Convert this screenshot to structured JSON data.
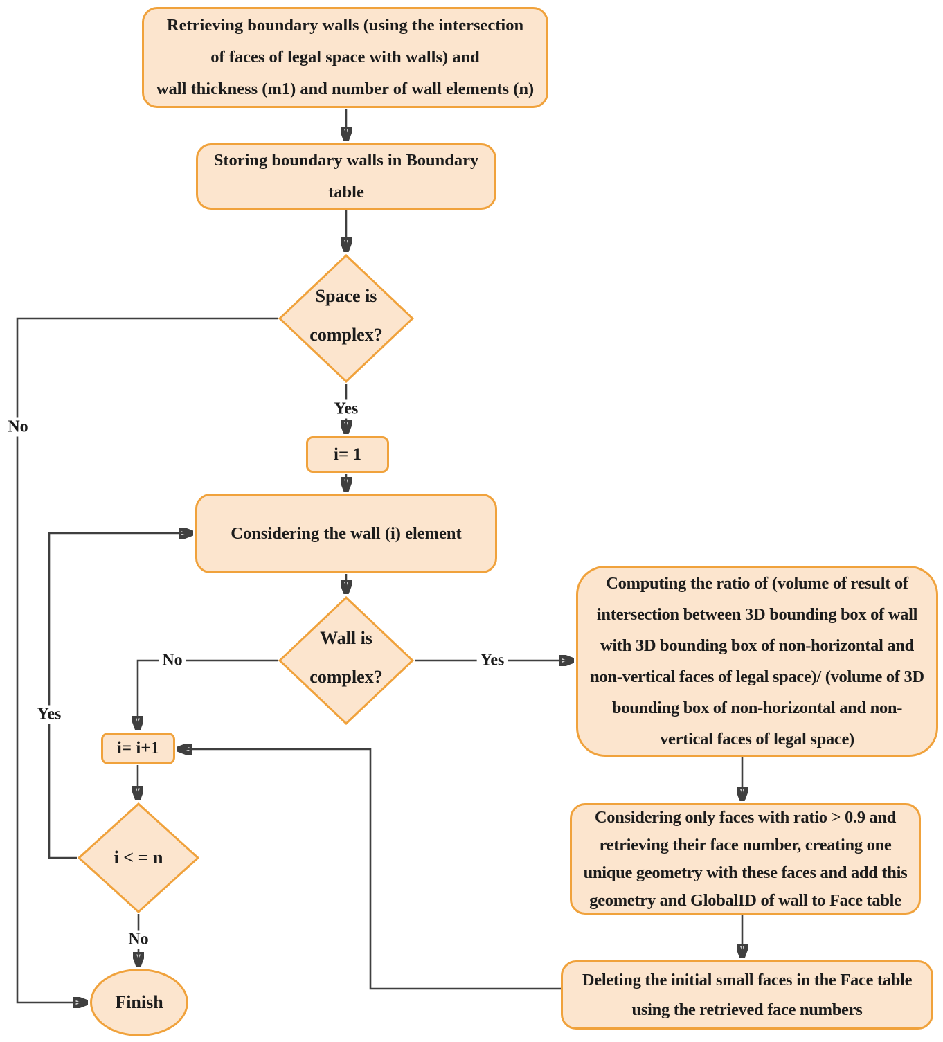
{
  "palette": {
    "node_fill": "#FCE5CE",
    "node_border": "#F0A23C",
    "connector": "#3F3F3F",
    "text": "#1C1C1C",
    "label_background": "#FFFFFF"
  },
  "nodes": {
    "start": {
      "lines": [
        "Retrieving boundary walls (using the intersection",
        "of faces of legal space with walls) and",
        "wall thickness (m1) and number of wall elements (n)"
      ]
    },
    "store": {
      "lines": [
        "Storing boundary walls in Boundary",
        "table"
      ]
    },
    "space_complex": {
      "line1": "Space is",
      "line2": "complex?"
    },
    "init": {
      "label": "i= 1"
    },
    "consider_wall": {
      "label": "Considering the wall (i) element"
    },
    "wall_complex": {
      "line1": "Wall is",
      "line2": "complex?"
    },
    "increment": {
      "label": "i= i+1"
    },
    "loop_check": {
      "label": "i < = n"
    },
    "finish": {
      "label": "Finish"
    },
    "compute_ratio": {
      "lines": [
        "Computing the ratio of (volume of result of",
        "intersection between 3D bounding box of wall",
        "with 3D bounding box of non-horizontal and",
        "non-vertical faces of legal space)/ (volume of 3D",
        "bounding box of non-horizontal and non-",
        "vertical faces of legal space)"
      ]
    },
    "filter_faces": {
      "lines": [
        "Considering only faces with ratio > 0.9 and",
        "retrieving their face number, creating one",
        "unique geometry with these faces and add this",
        "geometry and GlobalID of wall to Face table"
      ]
    },
    "delete_faces": {
      "lines": [
        "Deleting the initial small faces in the Face table",
        "using the retrieved face numbers"
      ]
    }
  },
  "edge_labels": {
    "space_yes": "Yes",
    "space_no": "No",
    "wall_yes": "Yes",
    "wall_no": "No",
    "loop_yes": "Yes",
    "loop_no": "No"
  }
}
